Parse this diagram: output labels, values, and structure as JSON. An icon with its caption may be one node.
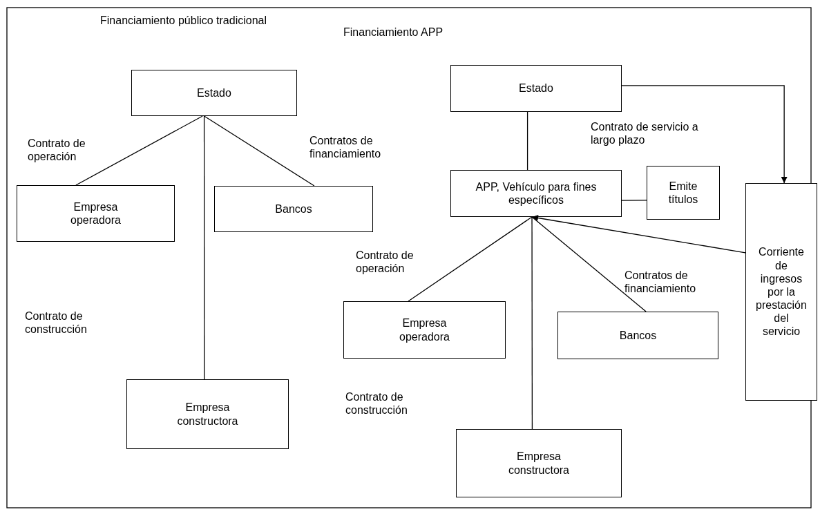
{
  "diagram": {
    "nodes": [
      {
        "text": [
          "Estado"
        ]
      },
      {
        "text": [
          "Empresa operadora"
        ]
      },
      {
        "text": [
          "Bancos"
        ]
      },
      {
        "text": [
          "Empresa constructora"
        ]
      },
      {
        "text": [
          "Estado"
        ]
      },
      {
        "text": [
          "APP, Vehículo para fines específicos"
        ]
      },
      {
        "text": [
          "Emite títulos"
        ]
      },
      {
        "text": [
          "Corriente de ingresos por la prestación del servicio"
        ]
      },
      {
        "text": [
          "Empresa operadora"
        ]
      },
      {
        "text": [
          "Bancos"
        ]
      },
      {
        "text": [
          "Empresa constructora"
        ]
      }
    ],
    "edges": [
      {
        "from": 0,
        "to": 1,
        "arrow": "none"
      },
      {
        "from": 0,
        "to": 2,
        "arrow": "none"
      },
      {
        "from": 0,
        "to": 3,
        "arrow": "none"
      },
      {
        "from": 4,
        "to": 5,
        "arrow": "none"
      },
      {
        "from": 4,
        "to": 7,
        "arrow": "to"
      },
      {
        "from": 5,
        "to": 6,
        "arrow": "none"
      },
      {
        "from": 7,
        "to": 5,
        "arrow": "to"
      },
      {
        "from": 5,
        "to": 8,
        "arrow": "none"
      },
      {
        "from": 5,
        "to": 9,
        "arrow": "none"
      },
      {
        "from": 5,
        "to": 10,
        "arrow": "none"
      }
    ],
    "labels": [
      "Financiamiento público tradicional",
      "Financiamiento APP",
      "Contrato de operación",
      "Contratos de financiamiento",
      "Contrato de servicio a largo plazo",
      "Contrato de construcción",
      "Contrato de operación",
      "Contratos de financiamiento",
      "Contrato de construcción"
    ]
  }
}
